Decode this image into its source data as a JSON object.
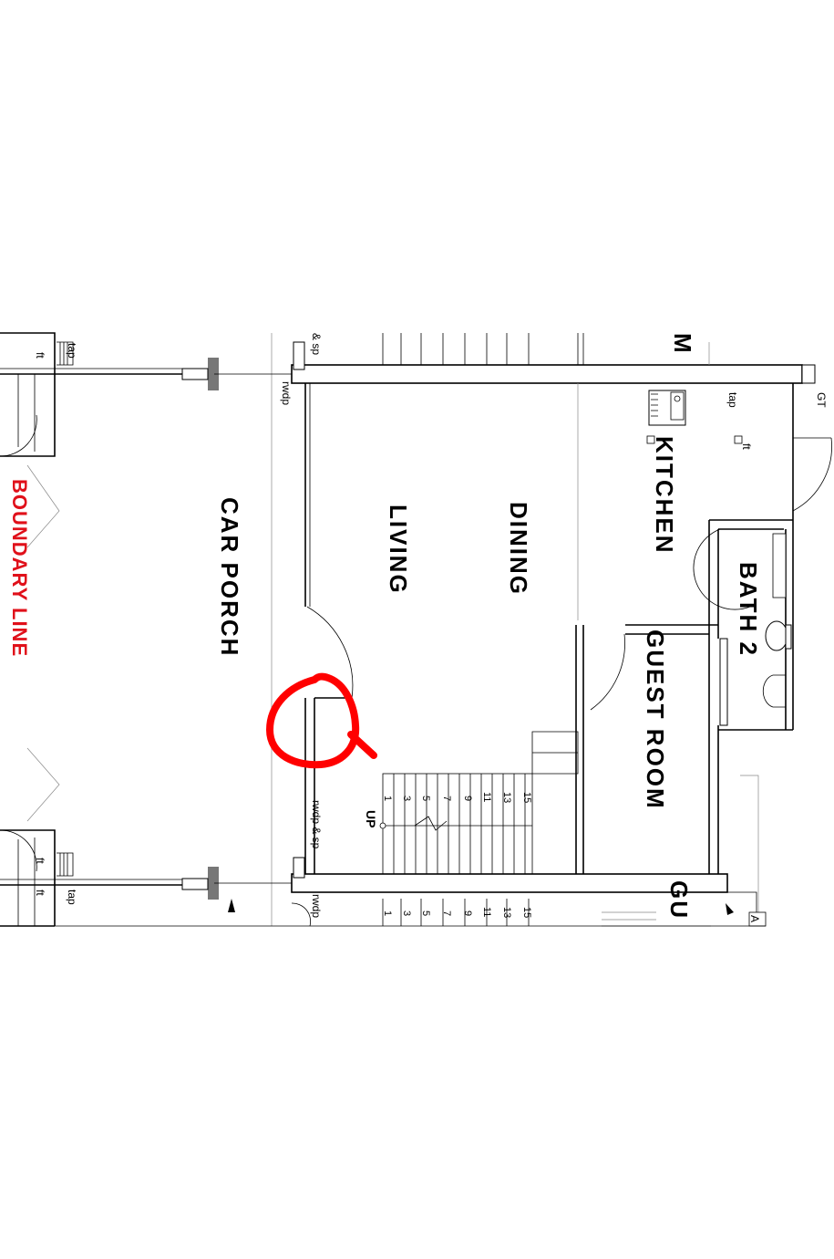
{
  "rooms": {
    "boundary": "BOUNDARY LINE",
    "car_porch": "CAR PORCH",
    "living": "LIVING",
    "dining": "DINING",
    "kitchen": "KITCHEN",
    "bath2": "BATH 2",
    "guest_room": "GUEST ROOM",
    "guest_partial": "GU",
    "partial_top": "M"
  },
  "notes": {
    "tap": "tap",
    "ft": "ft",
    "rwdp": "rwdp",
    "rwdp_sp": "rwdp & sp",
    "sp_top": "& sp",
    "gt": "GT",
    "up": "UP",
    "a_mark": "A"
  },
  "stairs": {
    "lower_numbers": [
      "1",
      "3",
      "5",
      "7",
      "9",
      "11",
      "13",
      "15"
    ],
    "upper_numbers": [
      "1",
      "3",
      "5",
      "7",
      "9",
      "11",
      "13",
      "15"
    ]
  },
  "annotation": {
    "color": "#ff0000"
  },
  "colors": {
    "boundary": "#e0101a",
    "line": "#000000"
  }
}
